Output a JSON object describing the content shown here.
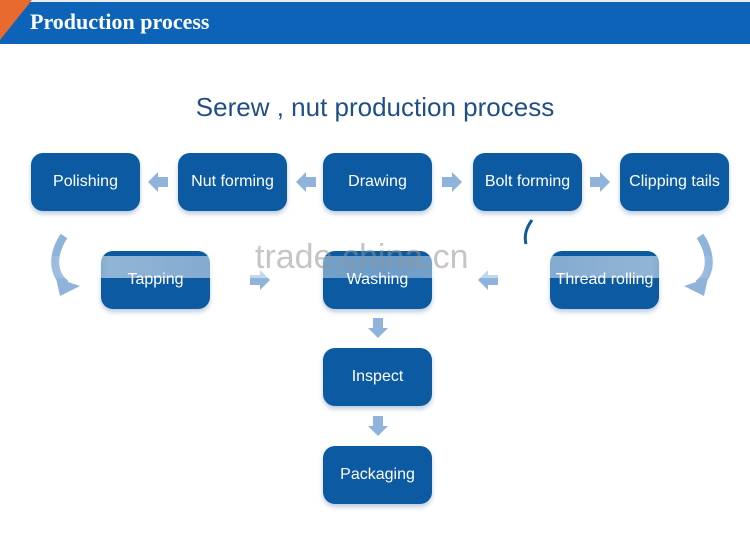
{
  "banner": {
    "title": "Production process"
  },
  "diagram": {
    "title": "Serew , nut production process",
    "steps": {
      "polishing": "Polishing",
      "nut_forming": "Nut forming",
      "drawing": "Drawing",
      "bolt_forming": "Bolt forming",
      "clipping_tails": "Clipping tails",
      "tapping": "Tapping",
      "washing": "Washing",
      "thread_rolling": "Thread rolling",
      "inspect": "Inspect",
      "packaging": "Packaging"
    }
  },
  "watermark": "trade.china.cn",
  "colors": {
    "banner": "#0c63b8",
    "banner_corner": "#e96a2f",
    "step_box": "#0b5aa2",
    "arrow": "#8fb3db",
    "title_text": "#1f4f86"
  }
}
